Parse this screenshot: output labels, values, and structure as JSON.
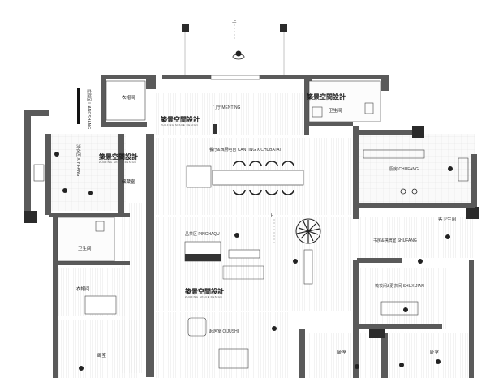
{
  "brand": {
    "name": "築景空間設計",
    "subtitle": "ZHUJING SPACE DESIGN"
  },
  "rooms": {
    "entrance_up": "上",
    "foyer": "门厅 MENTING",
    "shoe_room": "衣帽间",
    "garden": "庭院区 LIANGSHANG",
    "bath_top": "卫生间",
    "laundry": "洗衣区 XIYIFANG",
    "dining": "餐厅&西厨吧台 CANTING XICHUBATAI",
    "wine": "储藏室",
    "kitchen": "厨房 CHUFANG",
    "tea": "品茶区 PINCHAQU",
    "up_stairs": "上",
    "study": "书房&棋牌室 SHUFANG",
    "bath_left": "卫生间",
    "closet": "衣帽间",
    "guest_bath": "客卫生间",
    "makeup": "梳妆间&更衣间 SHUXIJIAN",
    "living": "起居室 QIJUSHI",
    "bedroom_left": "卧室",
    "bedroom_mid": "卧室",
    "bedroom_right": "卧室"
  },
  "colors": {
    "wall": "#5a5a5a",
    "wall_dark": "#2b2b2b",
    "line": "#444444"
  }
}
